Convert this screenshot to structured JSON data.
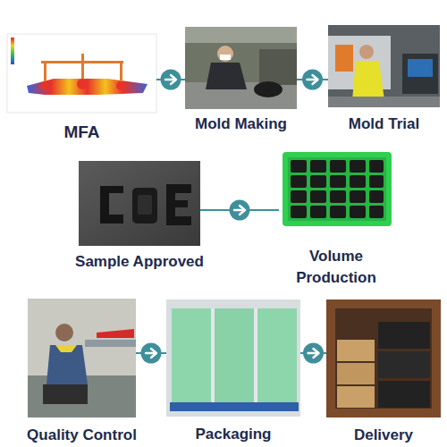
{
  "diagram": {
    "nodes": [
      {
        "text": [
          "MFA"
        ]
      },
      {
        "text": [
          "Mold Making"
        ]
      },
      {
        "text": [
          "Mold Trial"
        ]
      },
      {
        "text": [
          "Sample Approved"
        ]
      },
      {
        "text": [
          "Volume Production"
        ]
      },
      {
        "text": [
          "Quality Control"
        ]
      },
      {
        "text": [
          "Packaging"
        ]
      },
      {
        "text": [
          "Delivery"
        ]
      }
    ],
    "edges": [
      {
        "from": 0,
        "to": 1,
        "arrow": "to"
      },
      {
        "from": 1,
        "to": 2,
        "arrow": "to"
      },
      {
        "from": 3,
        "to": 4,
        "arrow": "to"
      },
      {
        "from": 5,
        "to": 6,
        "arrow": "to"
      },
      {
        "from": 6,
        "to": 7,
        "arrow": "to"
      }
    ]
  }
}
